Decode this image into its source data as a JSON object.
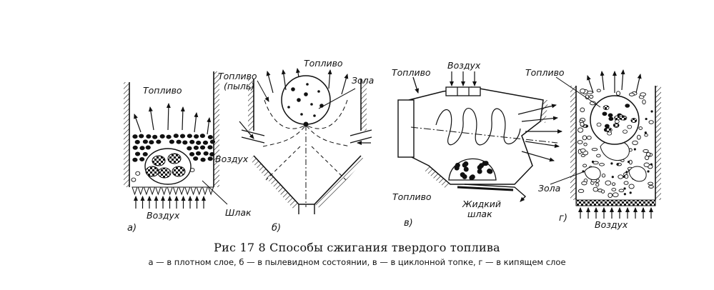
{
  "panels": {
    "a": {
      "letter": "а)",
      "fuel": "Топливо",
      "air": "Воздух",
      "slag": "Шлак"
    },
    "b": {
      "letter": "б)",
      "fuel_dust": "Топливо\n(пыль)",
      "fuel": "Топливо",
      "ash": "Зола",
      "air": "Воздух"
    },
    "v": {
      "letter": "в)",
      "fuel": "Топливо",
      "air": "Воздух",
      "fuel_bottom": "Топливо",
      "liquid_slag": "Жидкий\nшлак"
    },
    "g": {
      "letter": "г)",
      "fuel": "Топливо",
      "ash": "Зола",
      "air": "Воздух"
    }
  },
  "caption": {
    "title": "Рис  17 8  Способы сжигания твердого топлива",
    "legend": "а — в плотном слое, б — в пылевидном состоянии, в — в  циклонной топке, г — в кипящем  слое"
  }
}
